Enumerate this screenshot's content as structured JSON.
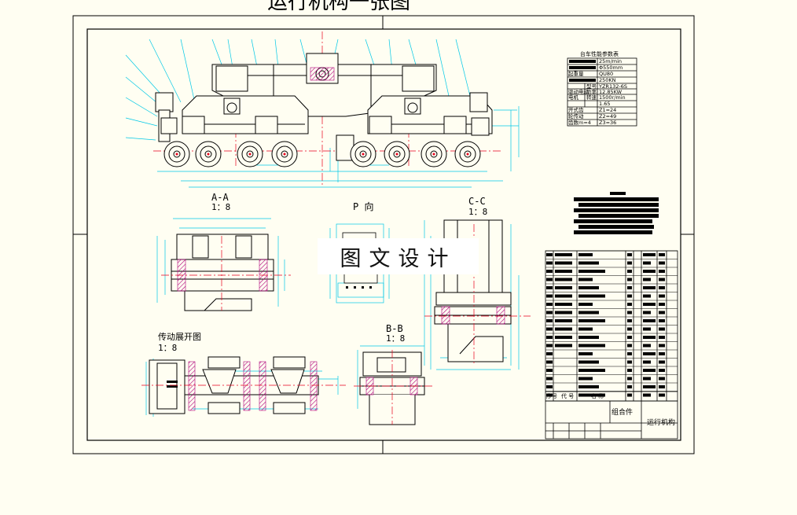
{
  "header_text": "运行机构一张图",
  "views": {
    "aa": {
      "title": "A-A",
      "scale": "1：8"
    },
    "p": {
      "title": "P 向"
    },
    "cc": {
      "title": "C-C",
      "scale": "1：8"
    },
    "bb": {
      "title": "B-B",
      "scale": "1：8"
    },
    "transmission": {
      "title": "传动展开图",
      "scale": "1：8"
    }
  },
  "watermark": "图文设计",
  "param_table": {
    "title": "台车性能参数表",
    "rows": [
      {
        "c1": "",
        "c2": "",
        "c3": "25m/min"
      },
      {
        "c1": "",
        "c2": "",
        "c3": "Φ550mm"
      },
      {
        "c1": "起重量",
        "c2": "",
        "c3": "QU80"
      },
      {
        "c1": "",
        "c2": "",
        "c3": "250KN"
      },
      {
        "c1": "",
        "c2": "型号",
        "c3": "YZR132-6S"
      },
      {
        "c1": "驱动电动",
        "c2": "功率",
        "c3": "12.85KW"
      },
      {
        "c1": "电机",
        "c2": "转速",
        "c3": "1500r/min"
      },
      {
        "c1": "",
        "c2": "",
        "c3": "1.65"
      },
      {
        "c1": "开式齿",
        "c2": "",
        "c3": "Z1=24"
      },
      {
        "c1": "轮传动",
        "c2": "",
        "c3": "Z2=49"
      },
      {
        "c1": "齿数m=4",
        "c2": "",
        "c3": "Z3=36"
      }
    ]
  },
  "title_block": {
    "col_seq": "序号",
    "col_code": "代  号",
    "col_name": "名    称",
    "assembly": "组合件",
    "drawing_name": "运行机构"
  },
  "colors": {
    "background": "#fffef2",
    "frame": "#000000",
    "outline": "#000000",
    "dimension": "#00c8e6",
    "centerline": "#e8001c",
    "hatch": "#b0007a"
  }
}
